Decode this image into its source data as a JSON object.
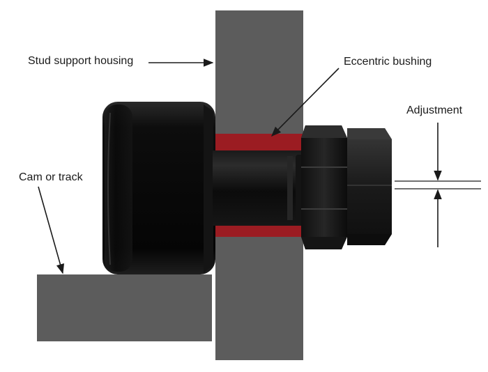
{
  "labels": {
    "stud_support_housing": "Stud support housing",
    "eccentric_bushing": "Eccentric bushing",
    "adjustment": "Adjustment",
    "cam_or_track": "Cam or track"
  },
  "colors": {
    "housing": "#5c5c5c",
    "track": "#5c5c5c",
    "roller": "#0b0b0b",
    "bushing": "#9b1c22",
    "line": "#1a1a1a",
    "background": "#ffffff"
  }
}
